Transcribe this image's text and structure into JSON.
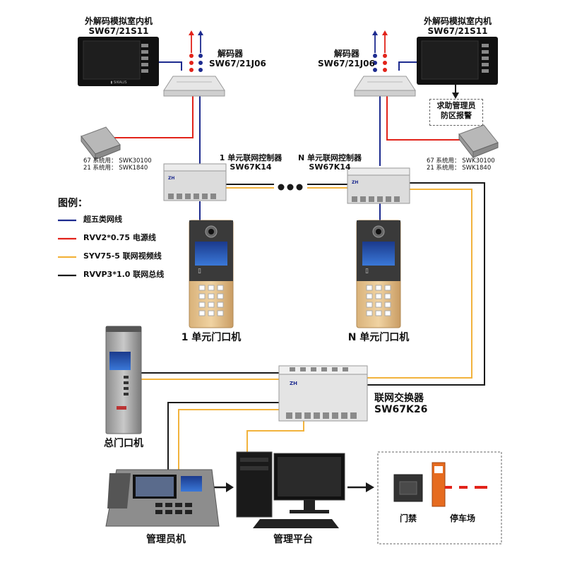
{
  "indoor_left": {
    "name": "外解码模拟室内机",
    "model": "SW67/21S11"
  },
  "indoor_right": {
    "name": "外解码模拟室内机",
    "model": "SW67/21S11"
  },
  "decoder_left": {
    "name": "解码器",
    "model": "SW67/21J06"
  },
  "decoder_right": {
    "name": "解码器",
    "model": "SW67/21J06"
  },
  "help_alarm": {
    "line1": "求助管理员",
    "line2": "防区报警"
  },
  "psu_left": {
    "line1": "67 系统用： SWK30100",
    "line2": "21 系统用： SWK1840"
  },
  "psu_right": {
    "line1": "67 系统用： SWK30100",
    "line2": "21 系统用： SWK1840"
  },
  "controller_left": {
    "name": "1 单元联网控制器",
    "model": "SW67K14"
  },
  "controller_right": {
    "name": "N 单元联网控制器",
    "model": "SW67K14"
  },
  "door_left": {
    "label": "1 单元门口机"
  },
  "door_right": {
    "label": "N 单元门口机"
  },
  "switch": {
    "name": "联网交换器",
    "model": "SW67K26"
  },
  "main_door": {
    "label": "总门口机"
  },
  "admin": {
    "label": "管理员机"
  },
  "platform": {
    "label": "管理平台"
  },
  "access": {
    "label": "门禁"
  },
  "parking": {
    "label": "停车场"
  },
  "legend": {
    "title": "图例：",
    "items": [
      {
        "label": "超五类网线",
        "color": "#1d2b8f"
      },
      {
        "label": "RVV2*0.75 电源线",
        "color": "#e2231a"
      },
      {
        "label": "SYV75-5 联网视频线",
        "color": "#f2b33d"
      },
      {
        "label": "RVVP3*1.0 联网总线",
        "color": "#1a1a1a"
      }
    ]
  },
  "colors": {
    "network": "#1d2b8f",
    "power": "#e2231a",
    "video": "#f2b33d",
    "bus": "#1a1a1a"
  }
}
